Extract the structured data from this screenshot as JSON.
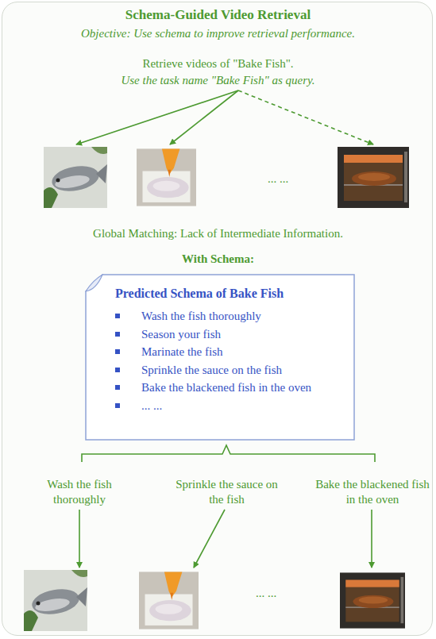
{
  "diagram": {
    "title": "Schema-Guided Video Retrieval",
    "nodes": [
      {
        "text": [
          "Predicted Schema of Bake Fish",
          "Wash the fish thoroughly",
          "Season your fish",
          "Marinate the fish",
          "Sprinkle the sauce on the fish",
          "Bake the blackened fish in the oven",
          "... ..."
        ]
      }
    ],
    "labels": [
      "Objective: Use schema to improve retrieval performance.",
      "Retrieve videos of \"Bake Fish\".",
      "Use the task name \"Bake Fish\" as query.",
      "... ...",
      "Global Matching: Lack of Intermediate Information.",
      "With Schema:",
      "Wash the fish thoroughly",
      "Sprinkle the sauce on the fish",
      "Bake the blackened fish in the oven",
      "... ..."
    ]
  }
}
